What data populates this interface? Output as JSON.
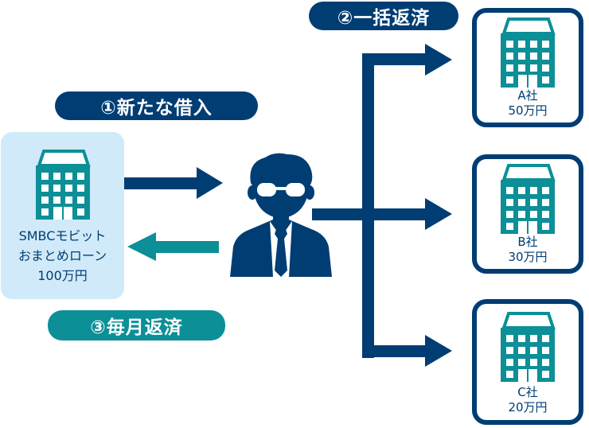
{
  "steps": {
    "new_borrowing": "①新たな借入",
    "lump_repayment": "②一括返済",
    "monthly_repayment": "③毎月返済"
  },
  "lender": {
    "name_line1": "SMBCモビット",
    "name_line2": "おまとめローン",
    "amount": "100万円"
  },
  "companies": [
    {
      "name": "A社",
      "amount": "50万円"
    },
    {
      "name": "B社",
      "amount": "30万円"
    },
    {
      "name": "C社",
      "amount": "20万円"
    }
  ],
  "colors": {
    "navy": "#003d73",
    "teal": "#0c8f97",
    "light_blue": "#d1eaf9"
  }
}
